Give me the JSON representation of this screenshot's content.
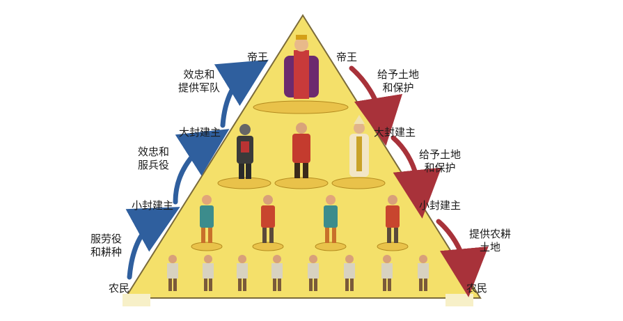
{
  "diagram": {
    "left_labels": {
      "emperor": "帝王",
      "great_lord": "大封建主",
      "small_lord": "小封建主",
      "peasant": "农民"
    },
    "left_arrow_texts": {
      "top_line1": "效忠和",
      "top_line2": "提供军队",
      "mid_line1": "效忠和",
      "mid_line2": "服兵役",
      "bottom_line1": "服劳役",
      "bottom_line2": "和耕种"
    },
    "right_labels": {
      "emperor": "帝王",
      "great_lord": "大封建主",
      "small_lord": "小封建主",
      "peasant": "农民"
    },
    "right_arrow_texts": {
      "top_line1": "给予土地",
      "top_line2": "和保护",
      "mid_line1": "给予土地",
      "mid_line2": "和保护",
      "bottom_line1": "提供农耕",
      "bottom_line2": "土地"
    },
    "colors": {
      "pyramid_fill": "#f4e06a",
      "pyramid_stroke": "#7a6a3a",
      "left_arrow": "#2f5f9e",
      "right_arrow": "#a8323a",
      "platform": "#e9c24a"
    },
    "tiers": {
      "emperor_count": 1,
      "great_lord_count": 3,
      "small_lord_count": 4,
      "peasant_count": 8
    }
  }
}
